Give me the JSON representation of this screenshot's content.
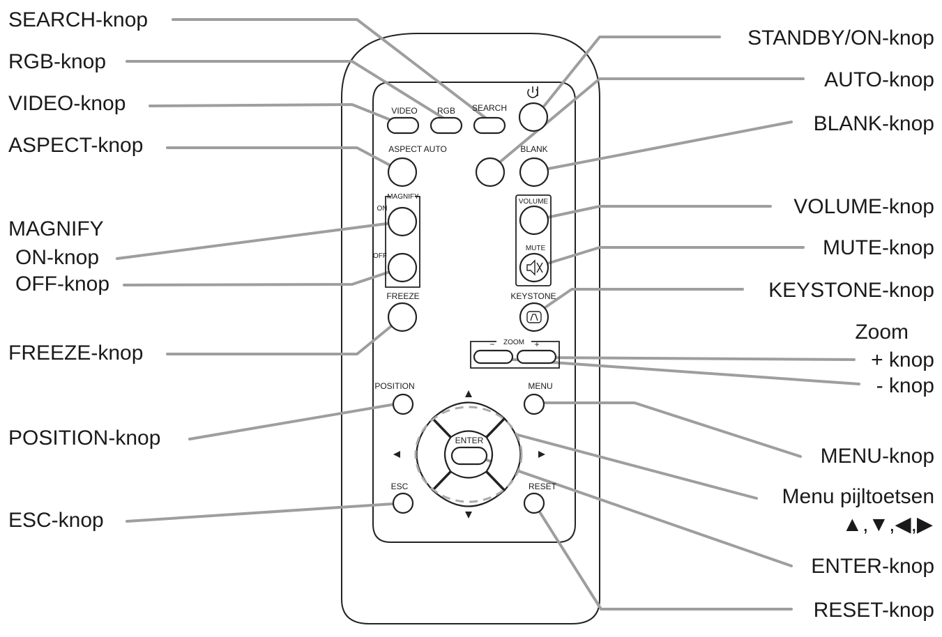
{
  "callouts": {
    "search": "SEARCH-knop",
    "rgb": "RGB-knop",
    "video": "VIDEO-knop",
    "aspect": "ASPECT-knop",
    "magnify_title": "MAGNIFY",
    "magnify_on": "ON-knop",
    "magnify_off": "OFF-knop",
    "freeze": "FREEZE-knop",
    "position": "POSITION-knop",
    "esc": "ESC-knop",
    "standby": "STANDBY/ON-knop",
    "auto": "AUTO-knop",
    "blank": "BLANK-knop",
    "volume": "VOLUME-knop",
    "mute": "MUTE-knop",
    "keystone": "KEYSTONE-knop",
    "zoom_title": "Zoom",
    "zoom_plus": "+ knop",
    "zoom_minus": "- knop",
    "menu": "MENU-knop",
    "arrows_title": "Menu pijltoetsen",
    "arrows_symbols": "▲,▼,◀,▶",
    "enter": "ENTER-knop",
    "reset": "RESET-knop"
  },
  "remote": {
    "video": "VIDEO",
    "rgb": "RGB",
    "search": "SEARCH",
    "aspect_auto": "ASPECT AUTO",
    "blank": "BLANK",
    "magnify": "MAGNIFY",
    "on": "ON",
    "off": "OFF",
    "volume": "VOLUME",
    "mute": "MUTE",
    "freeze": "FREEZE",
    "keystone": "KEYSTONE",
    "zoom": "ZOOM",
    "zoom_minus": "−",
    "zoom_plus": "+",
    "position": "POSITION",
    "menu": "MENU",
    "enter": "ENTER",
    "esc": "ESC",
    "reset": "RESET"
  },
  "icons": {
    "power": "power-icon",
    "mute": "speaker-mute-icon",
    "keystone": "keystone-icon",
    "arrows": [
      "arrow-up-icon",
      "arrow-down-icon",
      "arrow-left-icon",
      "arrow-right-icon"
    ]
  },
  "colors": {
    "leader": "#9e9e9e",
    "outline": "#222222"
  }
}
